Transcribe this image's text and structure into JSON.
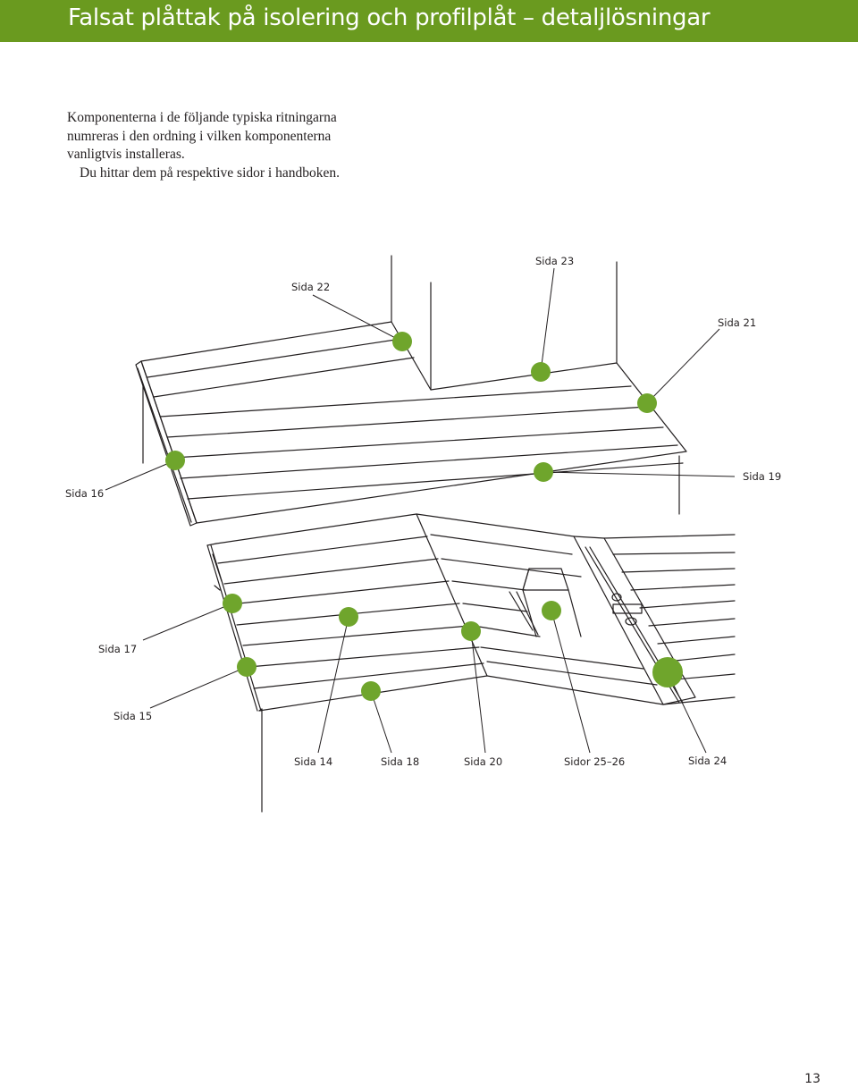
{
  "header": {
    "title": "Falsat plåttak på isolering och profilplåt – detaljlösningar",
    "color": "#6a9a1f"
  },
  "intro": {
    "line1": "Komponenterna i de följande typiska ritningarna",
    "line2": "numreras i den ordning i vilken komponenterna",
    "line3": "vanligtvis installeras.",
    "line4": "Du hittar dem på respektive sidor i handboken."
  },
  "callouts": [
    {
      "id": "sida-22",
      "label": "Sida 22"
    },
    {
      "id": "sida-23",
      "label": "Sida 23"
    },
    {
      "id": "sida-21",
      "label": "Sida 21"
    },
    {
      "id": "sida-16",
      "label": "Sida 16"
    },
    {
      "id": "sida-19",
      "label": "Sida 19"
    },
    {
      "id": "sida-17",
      "label": "Sida 17"
    },
    {
      "id": "sida-15",
      "label": "Sida 15"
    },
    {
      "id": "sida-14",
      "label": "Sida 14"
    },
    {
      "id": "sida-18",
      "label": "Sida 18"
    },
    {
      "id": "sida-20",
      "label": "Sida 20"
    },
    {
      "id": "sidor-25-26",
      "label": "Sidor 25–26"
    },
    {
      "id": "sida-24",
      "label": "Sida 24"
    }
  ],
  "marker_color": "#6fa52c",
  "page_number": "13"
}
